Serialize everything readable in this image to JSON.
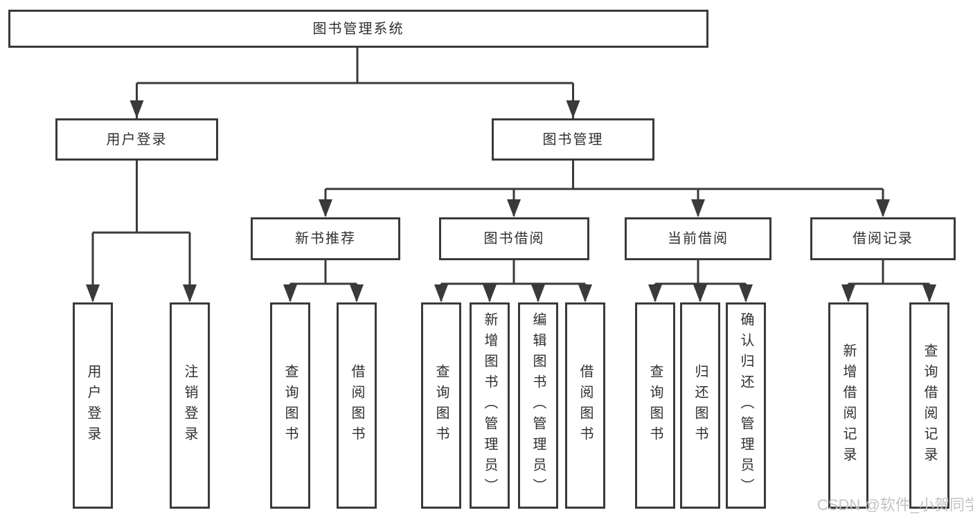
{
  "diagram": {
    "root": {
      "label": "图书管理系统"
    },
    "branches": [
      {
        "label": "用户登录",
        "children": [
          {
            "label": "用户登录"
          },
          {
            "label": "注销登录"
          }
        ]
      },
      {
        "label": "图书管理",
        "children": [
          {
            "label": "新书推荐",
            "children": [
              {
                "label": "查询图书"
              },
              {
                "label": "借阅图书"
              }
            ]
          },
          {
            "label": "图书借阅",
            "children": [
              {
                "label": "查询图书"
              },
              {
                "label": "新增图书（管理员）"
              },
              {
                "label": "编辑图书（管理员）"
              },
              {
                "label": "借阅图书"
              }
            ]
          },
          {
            "label": "当前借阅",
            "children": [
              {
                "label": "查询图书"
              },
              {
                "label": "归还图书"
              },
              {
                "label": "确认归还（管理员）"
              }
            ]
          },
          {
            "label": "借阅记录",
            "children": [
              {
                "label": "新增借阅记录"
              },
              {
                "label": "查询借阅记录"
              }
            ]
          }
        ]
      }
    ]
  },
  "watermark": {
    "text": "CSDN @软件_小贺同学"
  },
  "colors": {
    "line": "#3a3a3a",
    "text": "#303030",
    "watermark": "#c3c3c3",
    "background": "#ffffff"
  }
}
